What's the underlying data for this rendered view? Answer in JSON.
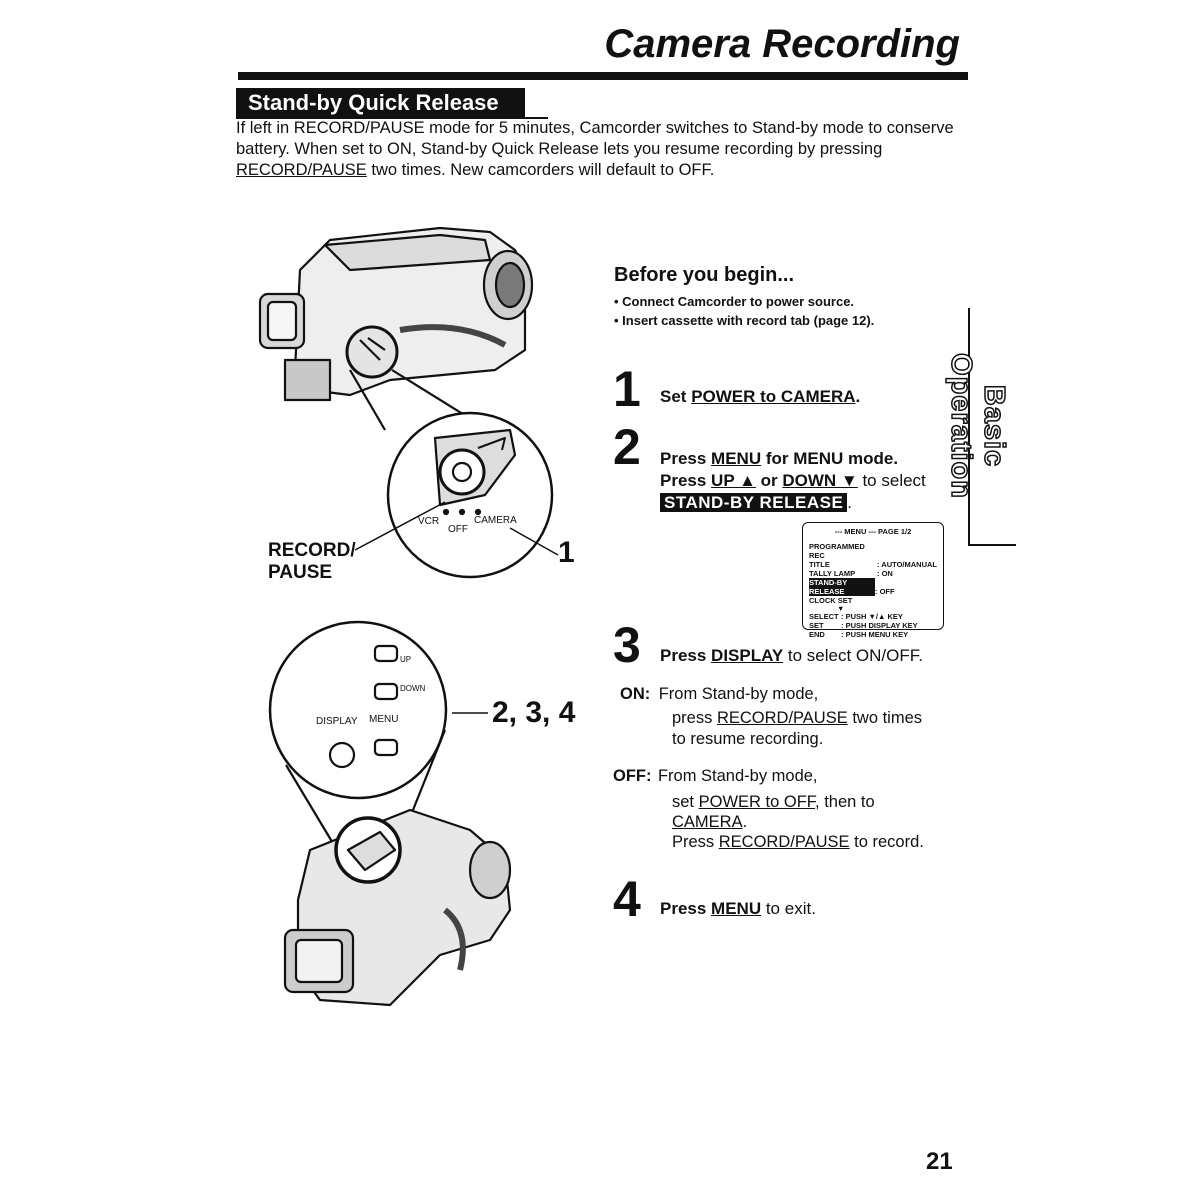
{
  "page": {
    "title": "Camera Recording",
    "section_heading": "Stand-by Quick Release",
    "intro_part1": "If left in RECORD/PAUSE mode for 5 minutes, Camcorder switches to Stand-by mode to conserve battery. When set to ON, Stand-by Quick Release lets you resume recording by pressing ",
    "intro_link": "RECORD/PAUSE",
    "intro_part2": " two times. New camcorders will default to OFF.",
    "page_number": "21",
    "side_tab": "Basic Operation"
  },
  "before": {
    "title": "Before you begin...",
    "items": [
      "• Connect Camcorder to power source.",
      "• Insert cassette with record tab (page 12)."
    ]
  },
  "steps": {
    "s1": {
      "num": "1",
      "pre": "Set ",
      "link": "POWER to CAMERA",
      "post": "."
    },
    "s2": {
      "num": "2",
      "pre": "Press ",
      "link1": "MENU",
      "mid": " for MENU mode.",
      "line2_pre": "Press ",
      "link2": "UP ▲",
      "or": " or ",
      "link3": "DOWN ▼",
      "line2_post": " to select",
      "highlight": "STAND-BY RELEASE",
      "end": "."
    },
    "s3": {
      "num": "3",
      "pre": "Press ",
      "link": "DISPLAY",
      "post": " to select ON/OFF."
    },
    "s4": {
      "num": "4",
      "pre": "Press ",
      "link": "MENU",
      "post": " to exit."
    }
  },
  "options": {
    "on_label": "ON:",
    "on_line1": "From Stand-by mode,",
    "on_line2_pre": "press ",
    "on_line2_link": "RECORD/PAUSE",
    "on_line2_post": " two times",
    "on_line3": "to resume recording.",
    "off_label": "OFF:",
    "off_line1": "From Stand-by mode,",
    "off_line2_pre": "set ",
    "off_line2_link": "POWER to OFF",
    "off_line2_post": ", then to",
    "off_line3_link": "CAMERA",
    "off_line3_post": ".",
    "off_line4_pre": "Press ",
    "off_line4_link": "RECORD/PAUSE",
    "off_line4_post": " to record."
  },
  "menu_screen": {
    "header": "--- MENU ---     PAGE 1/2",
    "rows": [
      {
        "left": "PROGRAMMED REC",
        "right": ""
      },
      {
        "left": "TITLE",
        "right": ": AUTO/MANUAL"
      },
      {
        "left": "TALLY LAMP",
        "right": ": ON"
      },
      {
        "left": "STAND-BY RELEASE",
        "right": ": OFF"
      },
      {
        "left": "CLOCK SET",
        "right": ""
      }
    ],
    "arrow": "▼",
    "footer": [
      {
        "left": "SELECT",
        "right": ": PUSH ▼/▲ KEY"
      },
      {
        "left": "SET",
        "right": ": PUSH DISPLAY KEY"
      },
      {
        "left": "END",
        "right": ": PUSH MENU KEY"
      }
    ]
  },
  "illustration": {
    "record_pause_label1": "RECORD/",
    "record_pause_label2": "PAUSE",
    "callout_1": "1",
    "dial_vcr": "VCR",
    "dial_off": "OFF",
    "dial_camera": "CAMERA",
    "callout_234": "2, 3, 4",
    "btn_up": "UP",
    "btn_down": "DOWN",
    "btn_display": "DISPLAY",
    "btn_menu": "MENU"
  }
}
